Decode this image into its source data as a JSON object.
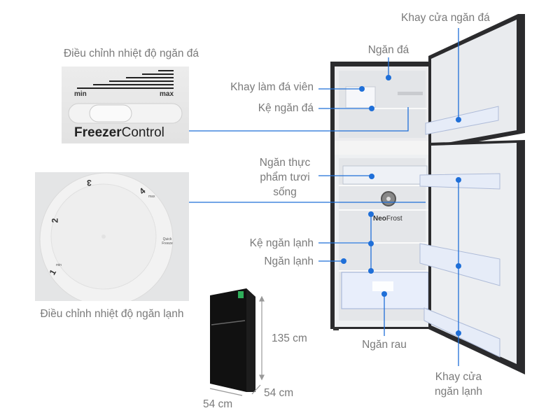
{
  "freezer_control": {
    "title": "Điều chỉnh nhiệt độ ngăn đá",
    "min_label": "min",
    "max_label": "max",
    "brand_bold": "Freezer",
    "brand_light": "Control"
  },
  "fridge_dial": {
    "caption": "Điều chỉnh nhiệt độ ngăn lạnh",
    "marks": [
      "1",
      "2",
      "3",
      "4"
    ],
    "min_label": "min",
    "max_label": "max",
    "quick_freeze_label": "Quick Freeze"
  },
  "callouts": {
    "freezer_door_tray": "Khay cửa ngăn đá",
    "freezer_compartment": "Ngăn đá",
    "ice_tray": "Khay làm đá viên",
    "freezer_shelf": "Kệ ngăn đá",
    "fresh_food_line1": "Ngăn thực",
    "fresh_food_line2": "phẩm tươi",
    "fresh_food_line3": "sống",
    "fridge_shelf": "Kệ ngăn lạnh",
    "fridge_compartment": "Ngăn lạnh",
    "vegetable_drawer": "Ngăn rau",
    "fridge_door_tray_line1": "Khay cửa",
    "fridge_door_tray_line2": "ngăn lạnh"
  },
  "fridge_logo": {
    "bold": "Neo",
    "light": "Frost"
  },
  "dimensions": {
    "height": "135 cm",
    "depth": "54 cm",
    "width": "54 cm"
  },
  "colors": {
    "callout_line": "#1f6fd8",
    "label_text": "#7a7a7a",
    "fridge_body": "#2b2b2d"
  }
}
